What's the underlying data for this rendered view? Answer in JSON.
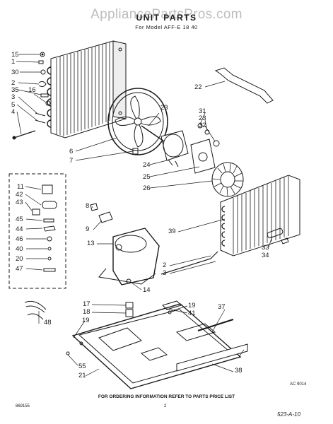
{
  "watermark": "AppliancePartsPros.com",
  "header": {
    "title": "UNIT PARTS",
    "subtitle": "For Model AFF-E 18 40"
  },
  "callouts": [
    "15",
    "1",
    "30",
    "2",
    "35",
    "16",
    "3",
    "5",
    "4",
    "6",
    "7",
    "22",
    "23",
    "24",
    "25",
    "26",
    "31",
    "23",
    "32",
    "11",
    "42",
    "43",
    "45",
    "44",
    "46",
    "40",
    "20",
    "47",
    "8",
    "9",
    "13",
    "39",
    "33",
    "34",
    "2",
    "3",
    "14",
    "17",
    "18",
    "19",
    "41",
    "37",
    "19",
    "48",
    "55",
    "21",
    "38"
  ],
  "figure_code": "AC 9014",
  "footer_note": "FOR ORDERING INFORMATION REFER TO PARTS PRICE LIST",
  "doc_number": "869155",
  "page_number": "2",
  "stamp": "523-A-10"
}
